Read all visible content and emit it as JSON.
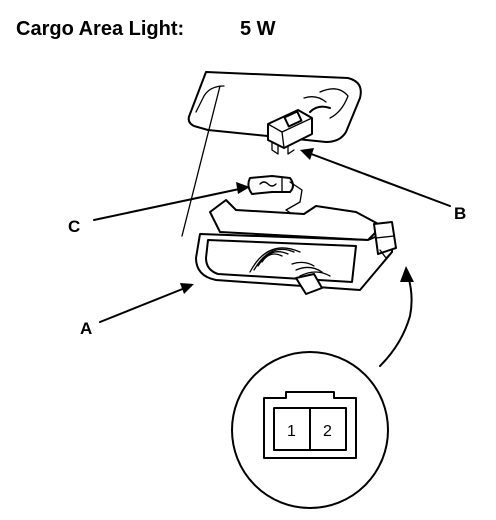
{
  "title": {
    "label": "Cargo Area Light:",
    "wattage": "5 W"
  },
  "callouts": {
    "a": "A",
    "b": "B",
    "c": "C"
  },
  "connector": {
    "pin1": "1",
    "pin2": "2"
  }
}
